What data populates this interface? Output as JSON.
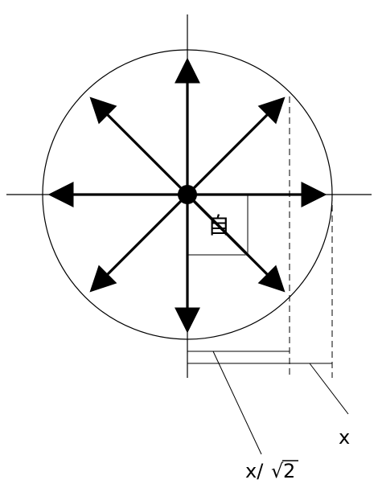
{
  "labels": {
    "self": "自",
    "x": "x",
    "x_over_root2_prefix": "x/",
    "sqrt_symbol": "√",
    "sqrt_arg": "2"
  },
  "directions": [
    "N",
    "NE",
    "E",
    "SE",
    "S",
    "SW",
    "W",
    "NW"
  ],
  "colors": {
    "stroke": "#000000",
    "accent_gray": "#999999"
  }
}
